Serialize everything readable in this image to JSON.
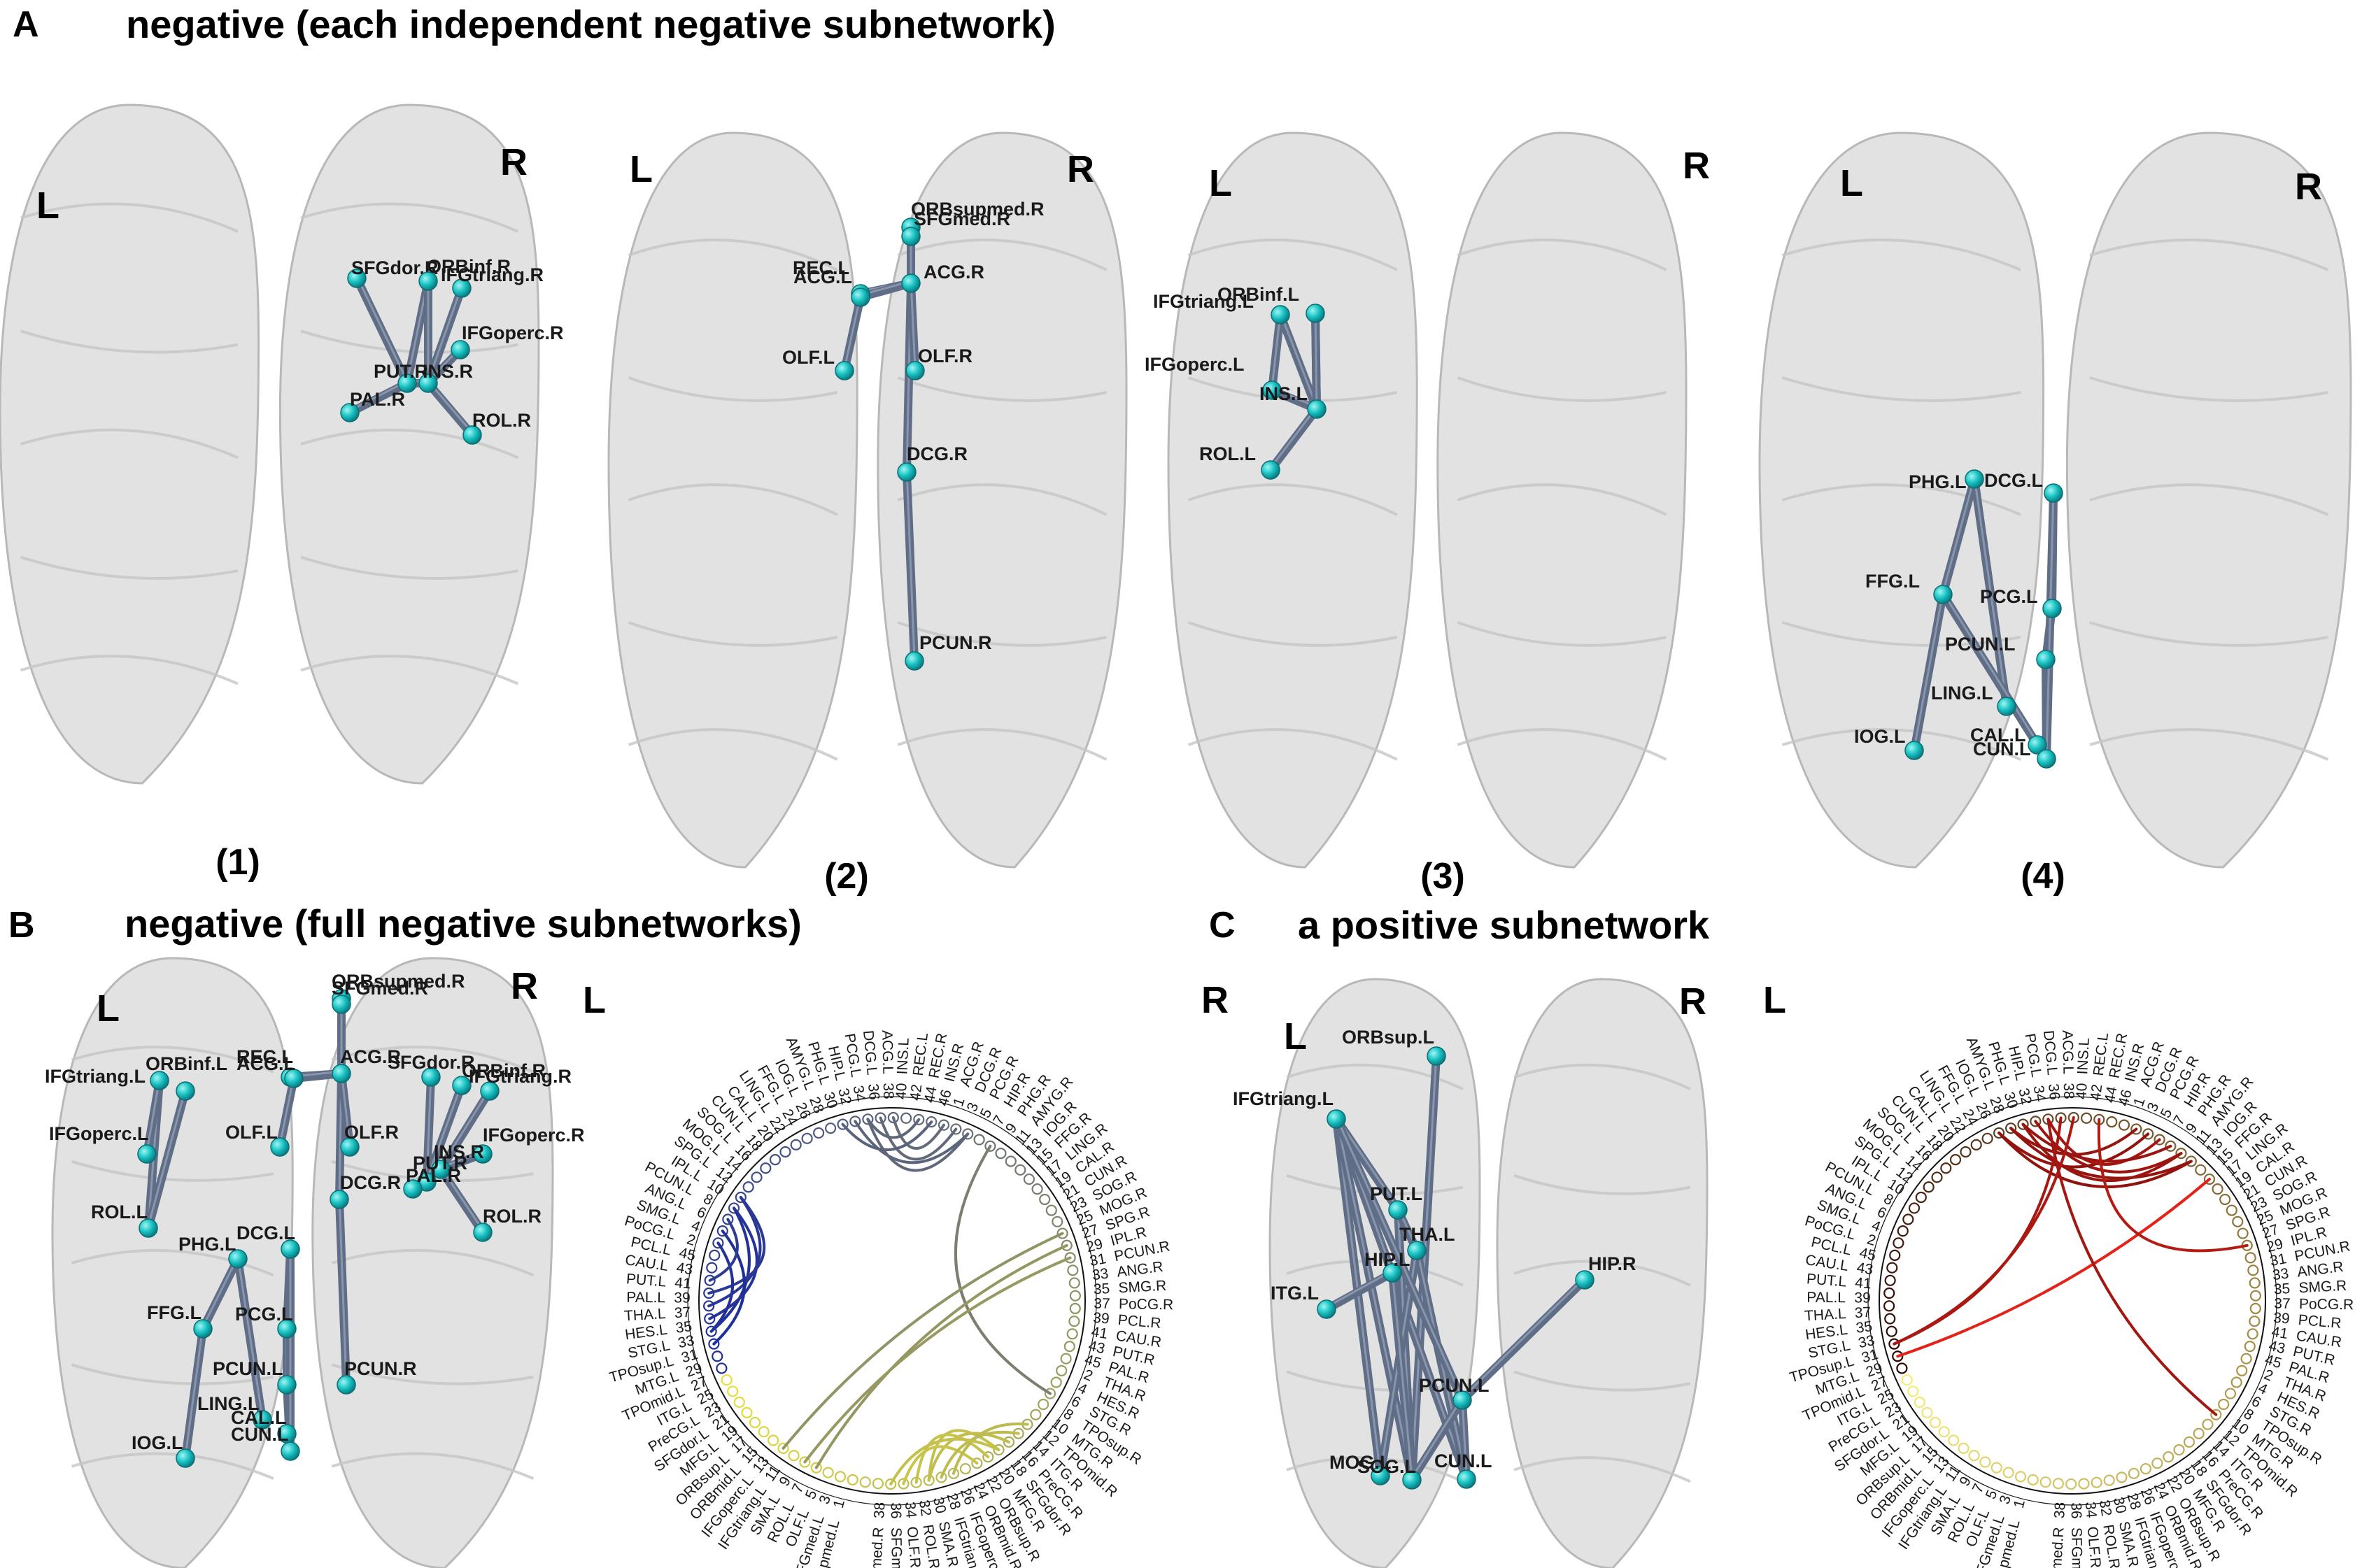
{
  "sections": {
    "A": {
      "letter": "A",
      "title": "negative (each independent negative subnetwork)"
    },
    "B": {
      "letter": "B",
      "title": "negative (full negative subnetworks)"
    },
    "C": {
      "letter": "C",
      "title": "a positive subnetwork"
    }
  },
  "side_labels": {
    "left": "L",
    "right": "R"
  },
  "colors": {
    "edge": "#5f6d86",
    "node": "#19c2c2",
    "brain": "#e2e2e2",
    "circle_negative_start": "#1b2b9c",
    "circle_negative_end": "#e9e23a",
    "circle_positive_start": "#2a0000",
    "circle_positive_end": "#f7f07a"
  },
  "brains": [
    {
      "id": "a1",
      "caption": "(1)",
      "nodes": [
        {
          "label": "SFGdor.R"
        },
        {
          "label": "ORBinf.R"
        },
        {
          "label": "IFGtriang.R"
        },
        {
          "label": "IFGoperc.R"
        },
        {
          "label": "PUT.R"
        },
        {
          "label": "INS.R"
        },
        {
          "label": "PAL.R"
        },
        {
          "label": "ROL.R"
        }
      ]
    },
    {
      "id": "a2",
      "caption": "(2)",
      "nodes": [
        {
          "label": "ORBsupmed.R"
        },
        {
          "label": "SFGmed.R"
        },
        {
          "label": "REC.L"
        },
        {
          "label": "ACG.L"
        },
        {
          "label": "ACG.R"
        },
        {
          "label": "OLF.L"
        },
        {
          "label": "OLF.R"
        },
        {
          "label": "DCG.R"
        },
        {
          "label": "PCUN.R"
        }
      ]
    },
    {
      "id": "a3",
      "caption": "(3)",
      "nodes": [
        {
          "label": "ORBinf.L"
        },
        {
          "label": "IFGtriang.L"
        },
        {
          "label": "IFGoperc.L"
        },
        {
          "label": "INS.L"
        },
        {
          "label": "ROL.L"
        }
      ]
    },
    {
      "id": "a4",
      "caption": "(4)",
      "nodes": [
        {
          "label": "PHG.L"
        },
        {
          "label": "DCG.L"
        },
        {
          "label": "FFG.L"
        },
        {
          "label": "PCG.L"
        },
        {
          "label": "PCUN.L"
        },
        {
          "label": "LING.L"
        },
        {
          "label": "IOG.L"
        },
        {
          "label": "CAL.L"
        },
        {
          "label": "CUN.L"
        }
      ]
    },
    {
      "id": "b1",
      "nodes": [
        {
          "label": "ORBsupmed.R"
        },
        {
          "label": "SFGmed.R"
        },
        {
          "label": "ORBinf.L"
        },
        {
          "label": "IFGtriang.L"
        },
        {
          "label": "REC.L"
        },
        {
          "label": "ACG.L"
        },
        {
          "label": "ACG.R"
        },
        {
          "label": "SFGdor.R"
        },
        {
          "label": "ORBinf.R"
        },
        {
          "label": "IFGtriang.R"
        },
        {
          "label": "IFGoperc.L"
        },
        {
          "label": "OLF.L"
        },
        {
          "label": "OLF.R"
        },
        {
          "label": "IFGoperc.R"
        },
        {
          "label": "INS.R"
        },
        {
          "label": "PUT.R"
        },
        {
          "label": "PAL.R"
        },
        {
          "label": "ROL.L"
        },
        {
          "label": "ROL.R"
        },
        {
          "label": "DCG.R"
        },
        {
          "label": "PHG.L"
        },
        {
          "label": "DCG.L"
        },
        {
          "label": "FFG.L"
        },
        {
          "label": "PCG.L"
        },
        {
          "label": "PCUN.L"
        },
        {
          "label": "PCUN.R"
        },
        {
          "label": "LING.L"
        },
        {
          "label": "IOG.L"
        },
        {
          "label": "CAL.L"
        },
        {
          "label": "CUN.L"
        }
      ]
    },
    {
      "id": "c1",
      "nodes": [
        {
          "label": "ORBsup.L"
        },
        {
          "label": "IFGtriang.L"
        },
        {
          "label": "PUT.L"
        },
        {
          "label": "THA.L"
        },
        {
          "label": "HIP.L"
        },
        {
          "label": "ITG.L"
        },
        {
          "label": "HIP.R"
        },
        {
          "label": "PCUN.L"
        },
        {
          "label": "MOG.L"
        },
        {
          "label": "SOG.L"
        },
        {
          "label": "CUN.L"
        }
      ]
    }
  ],
  "circles": {
    "left_labels": [
      "ORBsupmed.L",
      "SFGmed.L",
      "OLF.L",
      "ROL.L",
      "SMA.L",
      "IFGtriang.L",
      "IFGoperc.L",
      "ORBmid.L",
      "ORBsup.L",
      "MFG.L",
      "SFGdor.L",
      "PreCG.L",
      "ITG.L",
      "TPOmid.L",
      "MTG.L",
      "TPOsup.L",
      "STG.L",
      "HES.L",
      "THA.L",
      "PAL.L",
      "PUT.L",
      "CAU.L",
      "PCL.L",
      "PoCG.L",
      "SMG.L",
      "ANG.L",
      "PCUN.L",
      "IPL.L",
      "SPG.L",
      "MOG.L",
      "SOG.L",
      "CUN.L",
      "CAL.L",
      "LING.L",
      "FFG.L",
      "IOG.L",
      "AMYG.L",
      "PHG.L",
      "HIP.L",
      "PCG.L",
      "DCG.L",
      "ACG.L",
      "INS.L",
      "REC.L"
    ],
    "right_labels": [
      "ORBsupmed.R",
      "SFGmed.R",
      "OLF.R",
      "ROL.R",
      "SMA.R",
      "IFGtriang.R",
      "IFGoperc.R",
      "ORBmid.R",
      "ORBsup.R",
      "MFG.R",
      "SFGdor.R",
      "PreCG.R",
      "ITG.R",
      "TPOmid.R",
      "MTG.R",
      "TPOsup.R",
      "STG.R",
      "HES.R",
      "THA.R",
      "PAL.R",
      "PUT.R",
      "CAU.R",
      "PCL.R",
      "PoCG.R",
      "SMG.R",
      "ANG.R",
      "PCUN.R",
      "IPL.R",
      "SPG.R",
      "MOG.R",
      "SOG.R",
      "CUN.R",
      "CAL.R",
      "LING.R",
      "FFG.R",
      "IOG.R",
      "AMYG.R",
      "PHG.R",
      "HIP.R",
      "PCG.R",
      "DCG.R",
      "ACG.R",
      "INS.R",
      "REC.R"
    ],
    "index_labels": [
      "1",
      "3",
      "5",
      "7",
      "9",
      "11",
      "13",
      "15",
      "17",
      "19",
      "21",
      "23",
      "25",
      "27",
      "29",
      "31",
      "33",
      "35",
      "37",
      "39",
      "41",
      "43",
      "45",
      "2",
      "4",
      "6",
      "8",
      "10",
      "12",
      "14",
      "16",
      "18",
      "20",
      "22",
      "24",
      "26",
      "28",
      "30",
      "32",
      "34",
      "36",
      "38",
      "40",
      "42",
      "44",
      "46"
    ]
  }
}
